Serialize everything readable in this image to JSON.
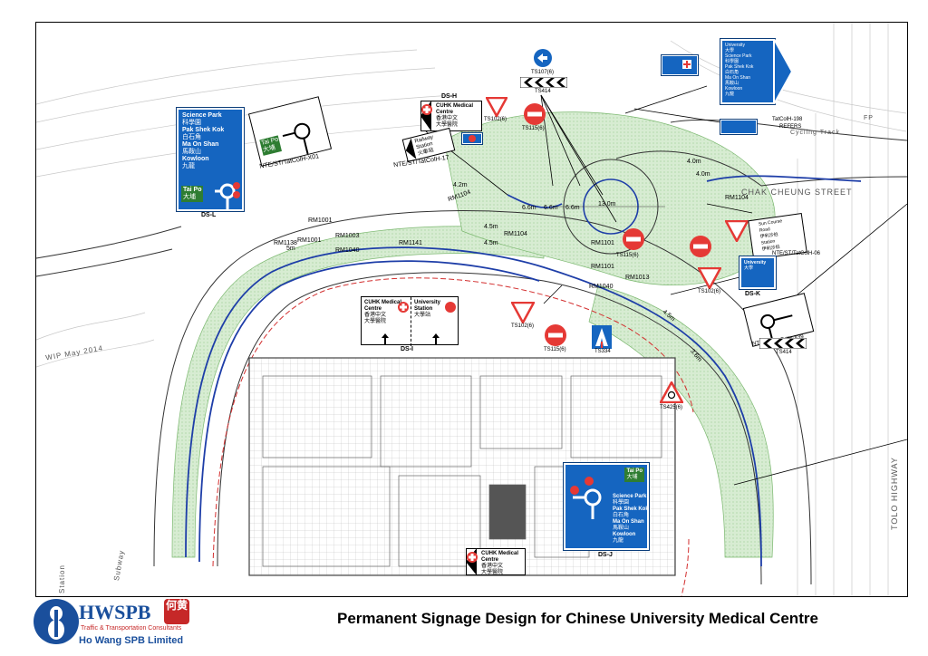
{
  "title": "Permanent Signage Design for Chinese University Medical Centre",
  "company": {
    "name": "HWSPB",
    "chinese_mark": "何黄",
    "tagline": "Traffic & Transportation Consultants",
    "full_name": "Ho Wang SPB Limited"
  },
  "streets": {
    "chak_cheung": "CHAK CHEUNG STREET",
    "tolo": "TOLO HIGHWAY",
    "cycling": "Cycling Track",
    "wip": "WIP May 2014",
    "station": "Station",
    "subway": "Subway"
  },
  "signs": {
    "ds_l": {
      "code": "DS-L",
      "lines": [
        "Science Park",
        "科學園",
        "Pak Shek Kok",
        "白石角",
        "Ma On Shan",
        "馬鞍山",
        "Kowloon",
        "九龍"
      ],
      "tai_po_en": "Tai Po",
      "tai_po_zh": "大埔"
    },
    "ds_h": {
      "code": "DS-H",
      "lines": [
        "CUHK Medical",
        "Centre",
        "香港中文",
        "大學醫院"
      ]
    },
    "ds_i": {
      "code": "DS-I",
      "left": [
        "CUHK Medical",
        "Centre",
        "香港中文",
        "大學醫院"
      ],
      "right": [
        "University",
        "Station",
        "大學站"
      ]
    },
    "ds_j": {
      "code": "DS-J",
      "lines": [
        "Science Park",
        "科學園",
        "Pak Shek Kok",
        "白石角",
        "Ma On Shan",
        "馬鞍山",
        "Kowloon",
        "九龍"
      ],
      "tai_po_en": "Tai Po",
      "tai_po_zh": "大埔"
    },
    "ds_k": {
      "code": "DS-K",
      "lines": [
        "University",
        "大學"
      ]
    },
    "ds_bottom": {
      "lines": [
        "CUHK Medical",
        "Centre",
        "香港中文",
        "大學醫院"
      ]
    },
    "top_right": {
      "lines": [
        "University",
        "大學",
        "Science Park",
        "科學園",
        "Pak Shek Kok",
        "白石角",
        "Ma On Shan",
        "馬鞍山",
        "Kowloon",
        "九龍"
      ]
    },
    "sun_course": {
      "lines": [
        "Sun Course",
        "Road",
        "伊利沙伯",
        "Station",
        "伊利沙伯"
      ]
    },
    "railway": {
      "lines": [
        "Railway",
        "Station",
        "火車站"
      ]
    },
    "tai_po_small": {
      "lines": [
        "Tai Po",
        "大埔"
      ]
    }
  },
  "labels": {
    "nte_x01": "NTE/ST/TatColH-X01",
    "nte_17": "NTE/ST/TatColH-17",
    "nte_06": "NTE/ST/TatColH-06",
    "nte_x39": "NTE/ST/TatColH-X39",
    "nte_198": "TatColH-198",
    "rm1001a": "RM1001",
    "rm1001b": "RM1001",
    "rm1003": "RM1003",
    "rm1040": "RM1040",
    "rm1141": "RM1141",
    "rm1138": "RM1138",
    "rm1104a": "RM1104",
    "rm1104b": "RM1104",
    "rm1104c": "RM1104",
    "rm1101a": "RM1101",
    "rm1101b": "RM1101",
    "rm1040b": "RM1040",
    "rm1013": "RM1013",
    "ts107": "TS107(6)",
    "ts414a": "TS414",
    "ts414b": "TS414",
    "ts115a": "TS115(6)",
    "ts115b": "TS115(6)",
    "ts115c": "TS115(6)",
    "ts102a": "TS102(6)",
    "ts102b": "TS102(6)",
    "ts102c": "TS102(6)",
    "ts425": "TS425(6)",
    "ts334": "TS334",
    "dim_13": "13.0m",
    "dim_66a": "6.6m",
    "dim_66b": "6.6m",
    "dim_66c": "6.6m",
    "dim_45a": "4.5m",
    "dim_45b": "4.5m",
    "dim_42": "4.2m",
    "dim_40a": "4.0m",
    "dim_40b": "4.0m",
    "dim_5m": "5m",
    "dim_36": "3.6m",
    "dim_45c": "4.5m",
    "fp": "FP",
    "refers": "REFERS"
  },
  "colors": {
    "landscape": "#cfe8c9",
    "sign_blue": "#1565c0",
    "prohibition_red": "#e53935",
    "route_blue": "#1e3ea8",
    "route_red": "#d32f2f",
    "brand_blue": "#1a4f9c"
  }
}
